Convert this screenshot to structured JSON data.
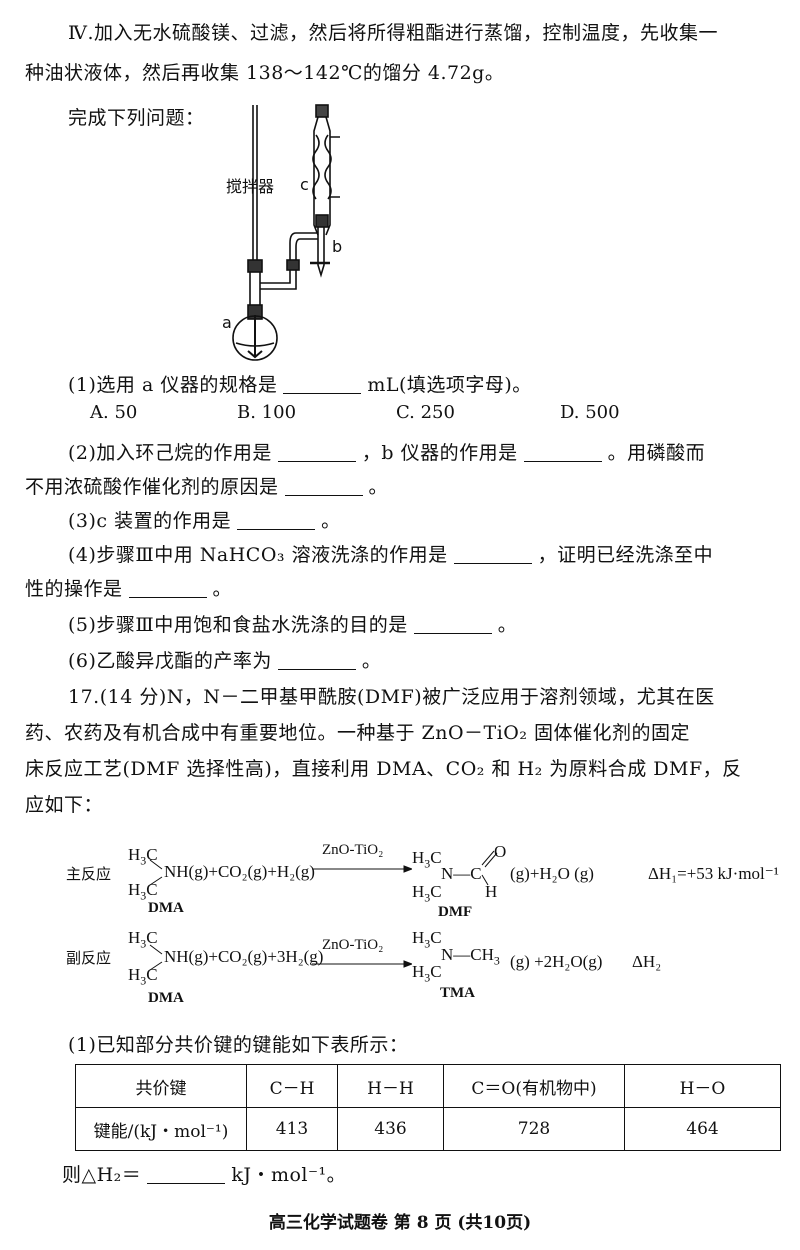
{
  "step4": [
    "Ⅳ.加入无水硫酸镁、过滤，然后将所得粗酯进行蒸馏，控制温度，先收集一",
    "种油状液体，然后再收集 138～142℃的馏分 4.72g。"
  ],
  "prompt": "完成下列问题：",
  "apparatus": {
    "stirrer": "搅拌器",
    "a": "a",
    "b": "b",
    "c": "c"
  },
  "q1": {
    "pre": "(1)选用 a 仪器的规格是",
    "post": "mL(填选项字母)。",
    "options": [
      "A. 50",
      "B. 100",
      "C. 250",
      "D. 500"
    ]
  },
  "q2": {
    "a": "(2)加入环己烷的作用是",
    "b": "，b 仪器的作用是",
    "c": "。用磷酸而",
    "d": "不用浓硫酸作催化剂的原因是",
    "e": "。"
  },
  "q3": {
    "pre": "(3)c 装置的作用是",
    "post": "。"
  },
  "q4": {
    "a": "(4)步骤Ⅲ中用 NaHCO₃ 溶液洗涤的作用是",
    "b": "，证明已经洗涤至中",
    "c": "性的操作是",
    "d": "。"
  },
  "q5": {
    "pre": "(5)步骤Ⅲ中用饱和食盐水洗涤的目的是",
    "post": "。"
  },
  "q6": {
    "pre": "(6)乙酸异戊酯的产率为",
    "post": "。"
  },
  "q17": [
    "17.(14 分)N，N－二甲基甲酰胺(DMF)被广泛应用于溶剂领域，尤其在医",
    "药、农药及有机合成中有重要地位。一种基于 ZnO－TiO₂ 固体催化剂的固定",
    "床反应工艺(DMF 选择性高)，直接利用 DMA、CO₂ 和 H₂ 为原料合成 DMF，反",
    "应如下："
  ],
  "reactions": {
    "main_label": "主反应",
    "side_label": "副反应",
    "main_reactants": "NH(g)+CO₂(g)+H₂(g)",
    "side_reactants": "NH(g)+CO₂(g)+3H₂(g)",
    "catalyst": "ZnO-TiO₂",
    "dma": "DMA",
    "dmf": "DMF",
    "tma": "TMA",
    "main_products": "(g)+H₂O (g)",
    "side_products": "(g) +2H₂O(g)",
    "dh1": "ΔH₁=+53 kJ·mol⁻¹",
    "dh2": "ΔH₂"
  },
  "q17_1": "(1)已知部分共价键的键能如下表所示：",
  "table": {
    "headers": [
      "共价键",
      "C－H",
      "H－H",
      "C＝O(有机物中)",
      "H－O"
    ],
    "row_label": "键能/(kJ・mol⁻¹)",
    "values": [
      "413",
      "436",
      "728",
      "464"
    ]
  },
  "answer_line": {
    "pre": "则△H₂＝",
    "post": "kJ・mol⁻¹。"
  },
  "footer": "高三化学试题卷 第 8 页 (共10页)"
}
